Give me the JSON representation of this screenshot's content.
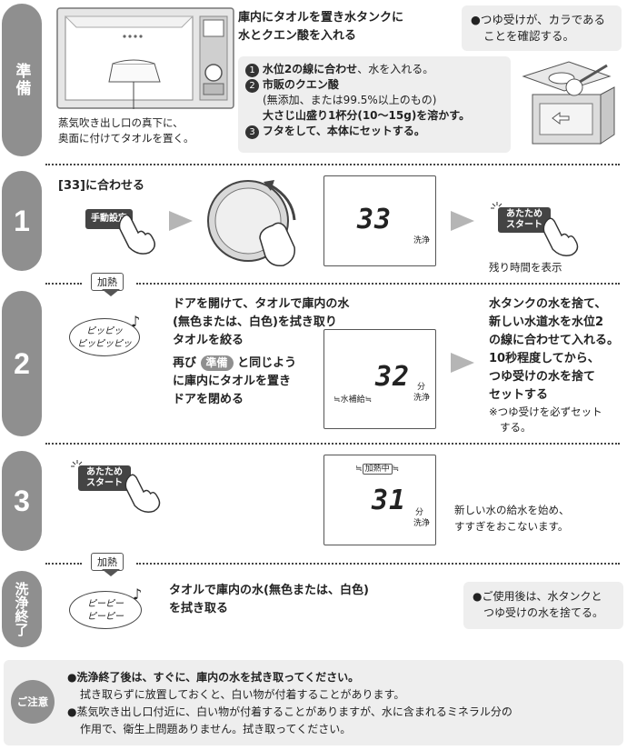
{
  "prep": {
    "side_label": "準備",
    "microwave_caption_1": "蒸気吹き出し口の真下に、",
    "microwave_caption_2": "奥面に付けてタオルを置く。",
    "title_1": "庫内にタオルを置き水タンクに",
    "title_2": "水とクエン酸を入れる",
    "note_1": "●つゆ受けが、カラである",
    "note_2": "ことを確認する。",
    "step1_num": "1",
    "step1_bold": "水位2の線に合わせ",
    "step1_rest": "、水を入れる。",
    "step2_num": "2",
    "step2_line1": "市販のクエン酸",
    "step2_line2": "(無添加、または99.5%以上のもの)",
    "step2_line3": "大さじ山盛り1杯分(10～15g)を溶かす。",
    "step3_num": "3",
    "step3_text": "フタをして、本体にセットする。"
  },
  "step1": {
    "side_label": "1",
    "instruction": "[33]に合わせる",
    "manual_button": "手動設定",
    "display_value": "33",
    "display_unit": "洗浄",
    "start_button_1": "あたため",
    "start_button_2": "スタート",
    "caption": "残り時間を表示"
  },
  "heat1": "加熱",
  "step2": {
    "side_label": "2",
    "beep_1": "ピッピッ",
    "beep_2": "ピッピッピッ",
    "line1": "ドアを開けて、タオルで庫内の水",
    "line2": "(無色または、白色)を拭き取り",
    "line3": "タオルを絞る",
    "again_pre": "再び",
    "again_badge": "準備",
    "again_post": "と同じよう",
    "line5": "に庫内にタオルを置き",
    "line6": "ドアを閉める",
    "display_value": "32",
    "display_min": "分",
    "display_unit": "洗浄",
    "display_sub": "水補給",
    "right_1": "水タンクの水を捨て、",
    "right_2_a": "新しい水道水を",
    "right_2_b": "水位2",
    "right_3_a": "の線に合わせて",
    "right_3_b": "入れる。",
    "right_4": "10秒程度してから、",
    "right_5": "つゆ受けの水を捨て",
    "right_6": "セットする",
    "right_7": "※つゆ受けを必ずセット",
    "right_8": "する。"
  },
  "step3": {
    "side_label": "3",
    "start_button_1": "あたため",
    "start_button_2": "スタート",
    "display_badge": "加熱中",
    "display_value": "31",
    "display_min": "分",
    "display_unit": "洗浄",
    "caption_1": "新しい水の給水を始め、",
    "caption_2": "すすぎをおこないます。"
  },
  "heat2": "加熱",
  "finish": {
    "side_label": "洗浄終了",
    "beep_1": "ピーピー",
    "beep_2": "ピーピー",
    "line1": "タオルで庫内の水(無色または、白色)",
    "line2": "を拭き取る",
    "note_1": "●ご使用後は、水タンクと",
    "note_2": "つゆ受けの水を捨てる。"
  },
  "caution": {
    "badge": "ご注意",
    "line1": "●洗浄終了後は、すぐに、庫内の水を拭き取ってください。",
    "line2": "拭き取らずに放置しておくと、白い物が付着することがあります。",
    "line3": "●蒸気吹き出し口付近に、白い物が付着することがありますが、水に含まれるミネラル分の",
    "line4": "作用で、衛生上問題ありません。拭き取ってください。"
  }
}
